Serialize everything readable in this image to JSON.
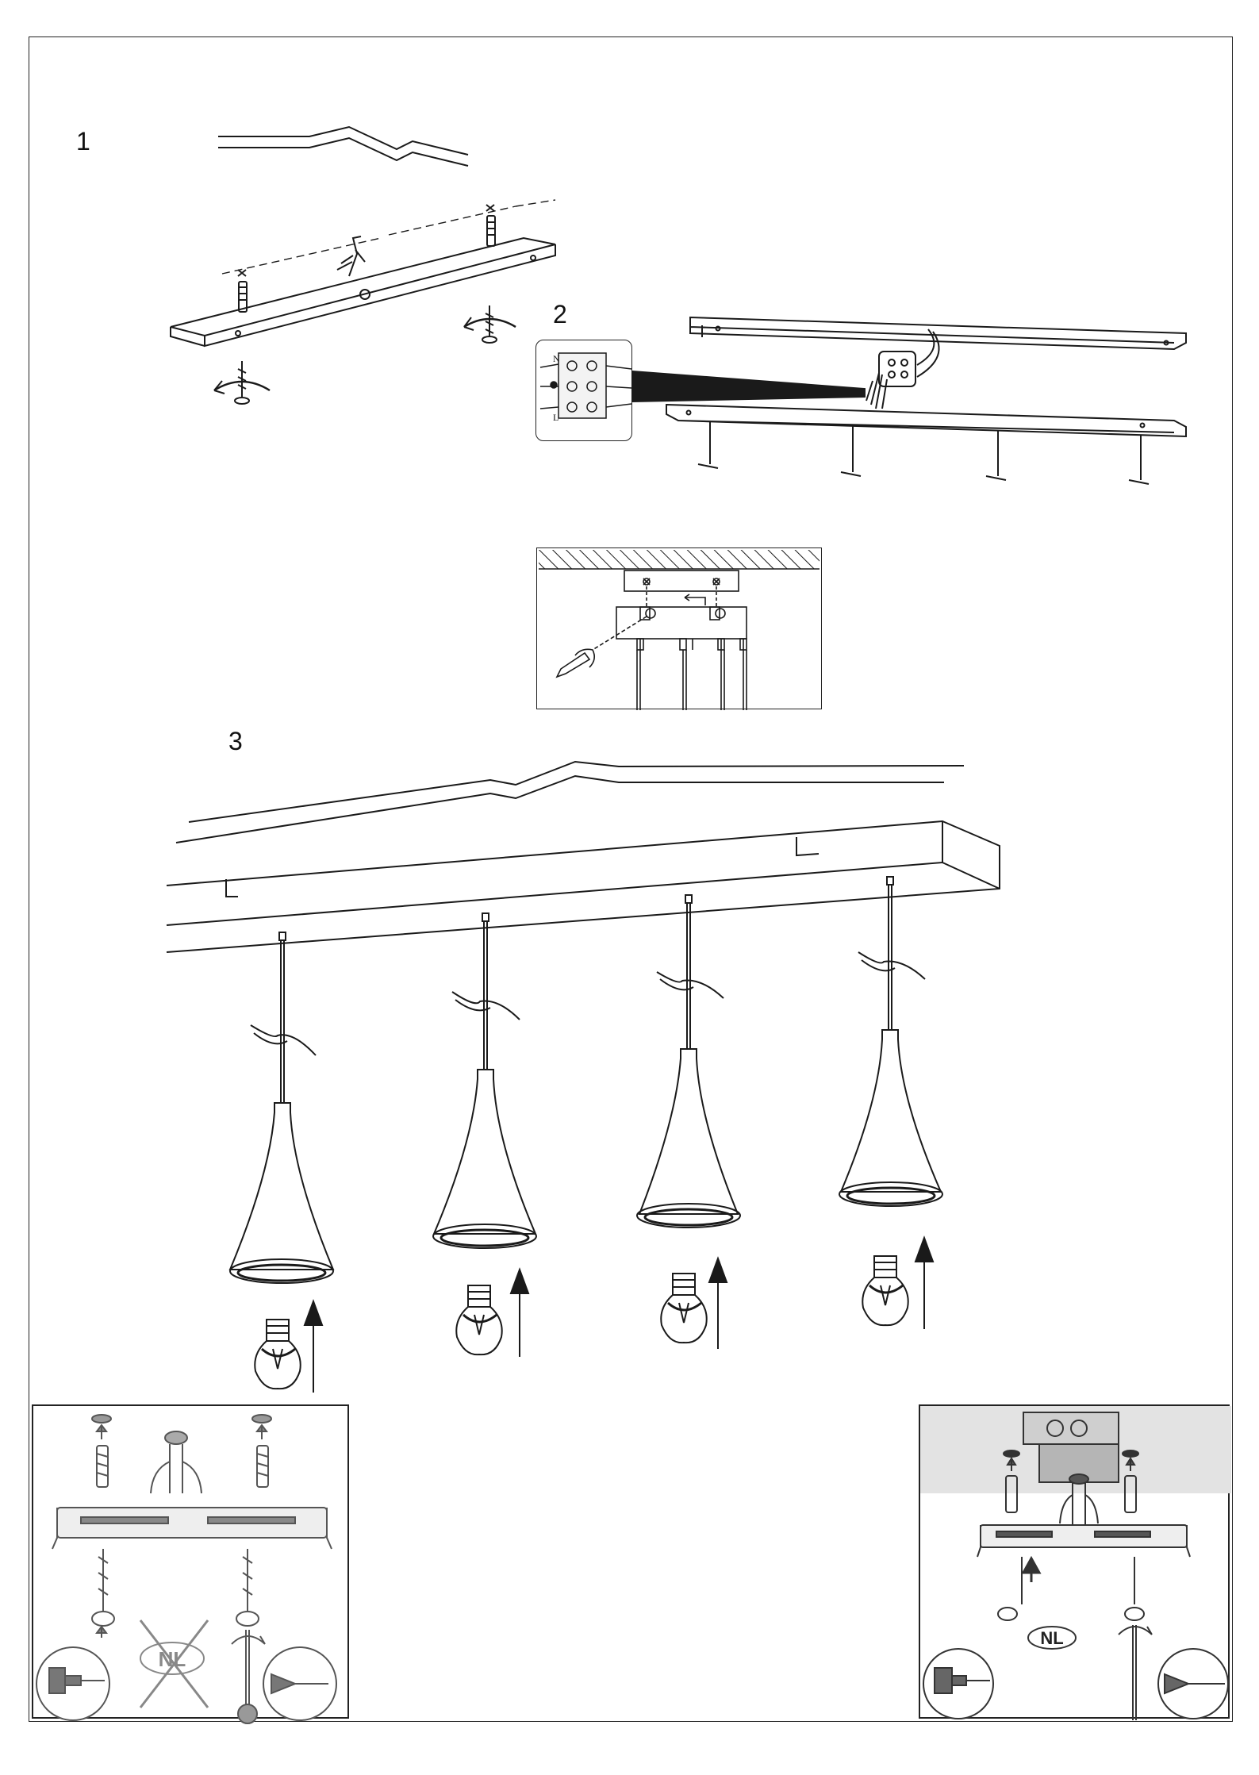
{
  "steps": [
    {
      "label": "1"
    },
    {
      "label": "2"
    },
    {
      "label": "3"
    }
  ],
  "terminal_block": {
    "n": "N",
    "l": "L"
  },
  "country_badges": {
    "left": "NL",
    "right": "NL"
  },
  "colors": {
    "line": "#1a1a1a",
    "panel_bg_right": "#e3e3e3"
  }
}
